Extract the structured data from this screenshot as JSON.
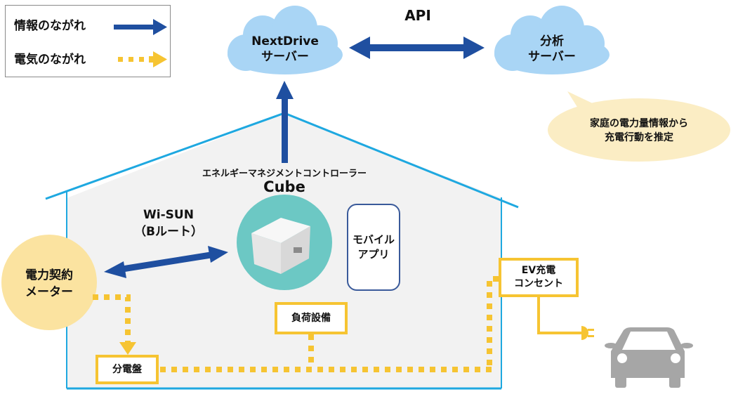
{
  "legend": {
    "info_flow_label": "情報のながれ",
    "power_flow_label": "電気のながれ"
  },
  "colors": {
    "info_arrow": "#1f4fa0",
    "power_line": "#f6c432",
    "house_outline": "#1ea8e0",
    "house_fill": "#f2f2f2",
    "cloud": "#a9d5f5",
    "meter": "#fbe3a0",
    "bubble": "#fbedc4",
    "cube_circle": "#6cc8c4",
    "car": "#a6a6a6"
  },
  "clouds": {
    "nextdrive": {
      "line1": "NextDrive",
      "line2": "サーバー"
    },
    "analysis": {
      "line1": "分析",
      "line2": "サーバー"
    }
  },
  "api_label": "API",
  "bubble_text": {
    "line1": "家庭の電力量情報から",
    "line2": "充電行動を推定"
  },
  "controller": {
    "subtitle": "エネルギーマネジメントコントローラー",
    "name": "Cube"
  },
  "wisun": {
    "line1": "Wi-SUN",
    "line2": "（Bルート）"
  },
  "meter": {
    "line1": "電力契約",
    "line2": "メーター"
  },
  "mobile_app": {
    "line1": "モバイル",
    "line2": "アプリ"
  },
  "load_equipment": "負荷設備",
  "distribution_board": "分電盤",
  "ev_outlet": {
    "line1": "EV充電",
    "line2": "コンセント"
  }
}
